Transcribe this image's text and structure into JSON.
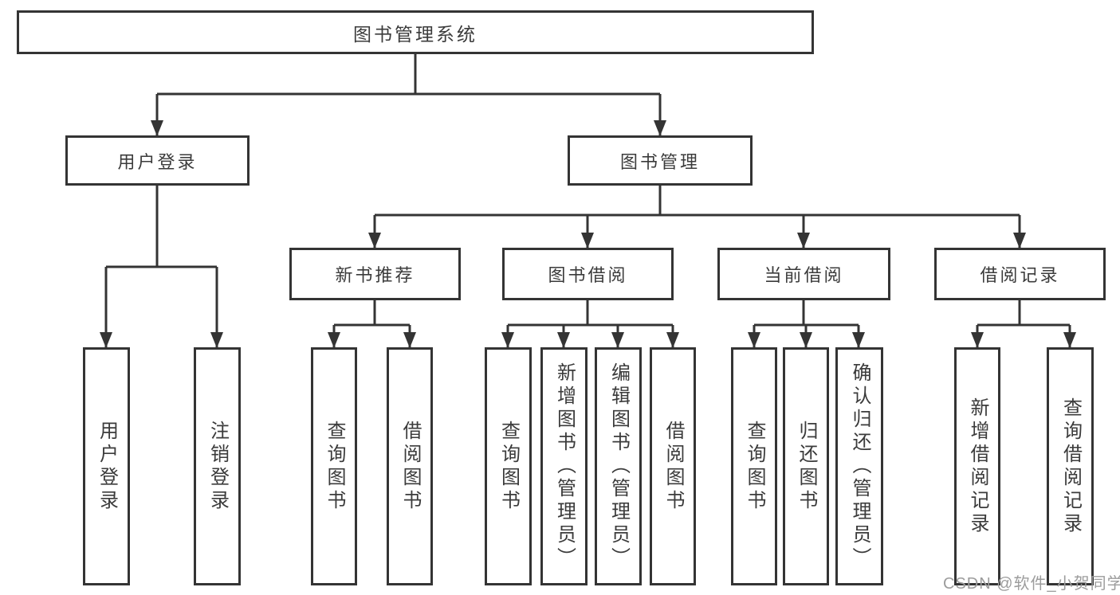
{
  "diagram": {
    "root": {
      "label": "图书管理系统"
    },
    "branches": [
      {
        "label": "用户登录",
        "children": [
          {
            "label": "用户登录"
          },
          {
            "label": "注销登录"
          }
        ]
      },
      {
        "label": "图书管理",
        "children": [
          {
            "label": "新书推荐",
            "children": [
              {
                "label": "查询图书"
              },
              {
                "label": "借阅图书"
              }
            ]
          },
          {
            "label": "图书借阅",
            "children": [
              {
                "label": "查询图书"
              },
              {
                "label": "新增图书（管理员）"
              },
              {
                "label": "编辑图书（管理员）"
              },
              {
                "label": "借阅图书"
              }
            ]
          },
          {
            "label": "当前借阅",
            "children": [
              {
                "label": "查询图书"
              },
              {
                "label": "归还图书"
              },
              {
                "label": "确认归还（管理员）"
              }
            ]
          },
          {
            "label": "借阅记录",
            "children": [
              {
                "label": "新增借阅记录"
              },
              {
                "label": "查询借阅记录"
              }
            ]
          }
        ]
      }
    ]
  },
  "watermark": {
    "text": "CSDN @软件_小贺同学"
  },
  "colors": {
    "line": "#343434",
    "text": "#3b3b3b",
    "box_background": "#ffffff",
    "page_background": "#ffffff",
    "watermark": "#9c9c9c"
  }
}
